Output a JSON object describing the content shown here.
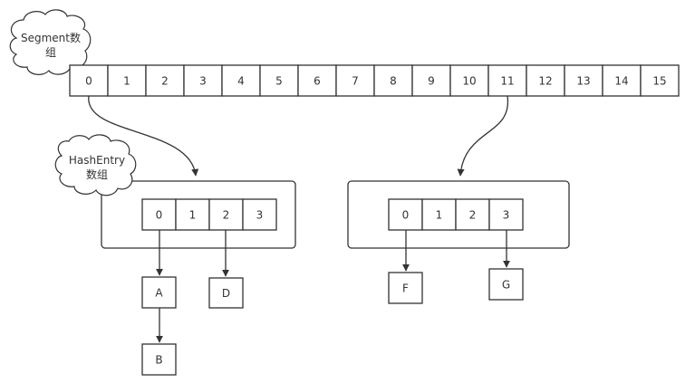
{
  "segment_array": {
    "label_line1": "Segment数",
    "label_line2": "组",
    "cells": [
      "0",
      "1",
      "2",
      "3",
      "4",
      "5",
      "6",
      "7",
      "8",
      "9",
      "10",
      "11",
      "12",
      "13",
      "14",
      "15"
    ]
  },
  "hashentry_left": {
    "label_line1": "HashEntry",
    "label_line2": "数组",
    "cells": [
      "0",
      "1",
      "2",
      "3"
    ]
  },
  "hashentry_right": {
    "cells": [
      "0",
      "1",
      "2",
      "3"
    ]
  },
  "nodes": {
    "a": "A",
    "b": "B",
    "d": "D",
    "f": "F",
    "g": "G"
  },
  "colors": {
    "stroke": "#333333",
    "text": "#333333",
    "background": "#ffffff"
  }
}
